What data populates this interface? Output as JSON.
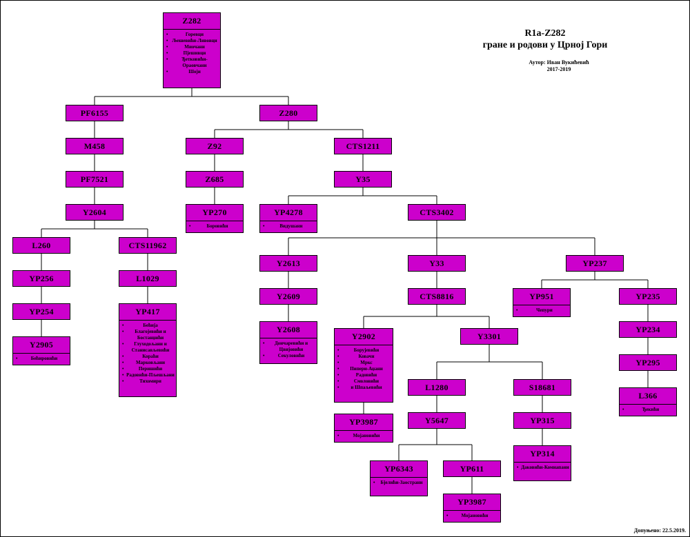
{
  "header": {
    "title_line1": "R1a-Z282",
    "title_line2": "гране и родови у Црној Гори",
    "author": "Аутор: Иван Вукићевић",
    "years": "2017-2019",
    "updated": "Допуњено: 22.5.2019."
  },
  "nodes": [
    {
      "id": "z282",
      "label": "Z282",
      "items": [
        "Горевци",
        "Љешевићи-Ливовци",
        "Миочани",
        "Пјешивци",
        "Ђетковићи-Ораовчани",
        "Шоји"
      ]
    },
    {
      "id": "pf6155",
      "label": "PF6155",
      "items": []
    },
    {
      "id": "z280",
      "label": "Z280",
      "items": []
    },
    {
      "id": "m458",
      "label": "M458",
      "items": []
    },
    {
      "id": "pf7521",
      "label": "PF7521",
      "items": []
    },
    {
      "id": "y2604",
      "label": "Y2604",
      "items": []
    },
    {
      "id": "l260",
      "label": "L260",
      "items": []
    },
    {
      "id": "yp256",
      "label": "YP256",
      "items": []
    },
    {
      "id": "yp254",
      "label": "YP254",
      "items": []
    },
    {
      "id": "y2905",
      "label": "Y2905",
      "items": [
        "Бећировићи"
      ]
    },
    {
      "id": "cts11962",
      "label": "CTS11962",
      "items": []
    },
    {
      "id": "l1029",
      "label": "L1029",
      "items": []
    },
    {
      "id": "yp417",
      "label": "YP417",
      "items": [
        "Бећија",
        "Благојевићи и Бостанџићи",
        "Глуходољани и Станисављевићи",
        "Кораћи",
        "Марковљани",
        "Перишићи",
        "Радовићи-Пљешљани",
        "Тихомири"
      ]
    },
    {
      "id": "z92",
      "label": "Z92",
      "items": []
    },
    {
      "id": "z685",
      "label": "Z685",
      "items": []
    },
    {
      "id": "yp270",
      "label": "YP270",
      "items": [
        "Боровићи"
      ]
    },
    {
      "id": "cts1211",
      "label": "CTS1211",
      "items": []
    },
    {
      "id": "y35",
      "label": "Y35",
      "items": []
    },
    {
      "id": "yp4278",
      "label": "YP4278",
      "items": [
        "Видушани"
      ]
    },
    {
      "id": "cts3402",
      "label": "CTS3402",
      "items": []
    },
    {
      "id": "y2613",
      "label": "Y2613",
      "items": []
    },
    {
      "id": "y2609",
      "label": "Y2609",
      "items": []
    },
    {
      "id": "y2608",
      "label": "Y2608",
      "items": [
        "Дончаревићи и Цвијовићи",
        "Секуловићи"
      ]
    },
    {
      "id": "y33",
      "label": "Y33",
      "items": []
    },
    {
      "id": "cts8816",
      "label": "CTS8816",
      "items": []
    },
    {
      "id": "y2902",
      "label": "Y2902",
      "items": [
        "Борујевићи",
        "Ковачи",
        "Мркс",
        "Пипери-Аџани",
        "Радовићи",
        "Смоловићи",
        "и Шпаљевићи"
      ]
    },
    {
      "id": "yp3987a",
      "label": "YP3987",
      "items": [
        "Мојановићи"
      ]
    },
    {
      "id": "y3301",
      "label": "Y3301",
      "items": []
    },
    {
      "id": "l1280",
      "label": "L1280",
      "items": []
    },
    {
      "id": "y5647",
      "label": "Y5647",
      "items": []
    },
    {
      "id": "yp6343",
      "label": "YP6343",
      "items": [
        "Бјелићи-Заострани"
      ]
    },
    {
      "id": "yp611",
      "label": "YP611",
      "items": []
    },
    {
      "id": "yp3987b",
      "label": "YP3987",
      "items": [
        "Мојановићи"
      ]
    },
    {
      "id": "s18681",
      "label": "S18681",
      "items": []
    },
    {
      "id": "yp315",
      "label": "YP315",
      "items": []
    },
    {
      "id": "yp314",
      "label": "YP314",
      "items": [
        "Даковићи-Комнапани"
      ]
    },
    {
      "id": "yp237",
      "label": "YP237",
      "items": []
    },
    {
      "id": "yp951",
      "label": "YP951",
      "items": [
        "Чепури"
      ]
    },
    {
      "id": "yp235",
      "label": "YP235",
      "items": []
    },
    {
      "id": "yp234",
      "label": "YP234",
      "items": []
    },
    {
      "id": "yp295",
      "label": "YP295",
      "items": []
    },
    {
      "id": "l366",
      "label": "L366",
      "items": [
        "Ђекићи"
      ]
    }
  ],
  "edges": [
    [
      "z282",
      "pf6155"
    ],
    [
      "z282",
      "z280"
    ],
    [
      "pf6155",
      "m458"
    ],
    [
      "m458",
      "pf7521"
    ],
    [
      "pf7521",
      "y2604"
    ],
    [
      "y2604",
      "l260"
    ],
    [
      "y2604",
      "cts11962"
    ],
    [
      "l260",
      "yp256"
    ],
    [
      "yp256",
      "yp254"
    ],
    [
      "yp254",
      "y2905"
    ],
    [
      "cts11962",
      "l1029"
    ],
    [
      "l1029",
      "yp417"
    ],
    [
      "z280",
      "z92"
    ],
    [
      "z280",
      "cts1211"
    ],
    [
      "z92",
      "z685"
    ],
    [
      "z685",
      "yp270"
    ],
    [
      "cts1211",
      "y35"
    ],
    [
      "y35",
      "yp4278"
    ],
    [
      "y35",
      "cts3402"
    ],
    [
      "cts3402",
      "y2613"
    ],
    [
      "cts3402",
      "y33"
    ],
    [
      "cts3402",
      "yp237"
    ],
    [
      "y2613",
      "y2609"
    ],
    [
      "y2609",
      "y2608"
    ],
    [
      "y33",
      "cts8816"
    ],
    [
      "cts8816",
      "y2902"
    ],
    [
      "cts8816",
      "y3301"
    ],
    [
      "y2902",
      "yp3987a"
    ],
    [
      "y3301",
      "l1280"
    ],
    [
      "y3301",
      "s18681"
    ],
    [
      "l1280",
      "y5647"
    ],
    [
      "y5647",
      "yp6343"
    ],
    [
      "y5647",
      "yp611"
    ],
    [
      "yp611",
      "yp3987b"
    ],
    [
      "s18681",
      "yp315"
    ],
    [
      "yp315",
      "yp314"
    ],
    [
      "yp237",
      "yp951"
    ],
    [
      "yp237",
      "yp235"
    ],
    [
      "yp235",
      "yp234"
    ],
    [
      "yp234",
      "yp295"
    ],
    [
      "yp295",
      "l366"
    ]
  ]
}
